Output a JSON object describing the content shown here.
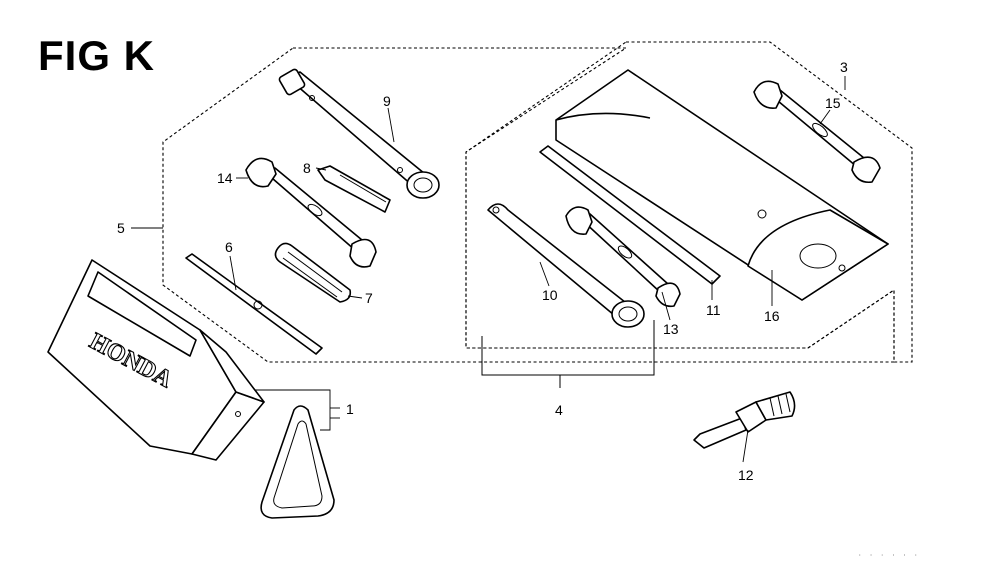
{
  "title": "FIG K",
  "brand_text": "HONDA",
  "footer_code": "· · · · · ·",
  "callouts": {
    "c1": "1",
    "c3": "3",
    "c4": "4",
    "c5": "5",
    "c6": "6",
    "c7": "7",
    "c8": "8",
    "c9": "9",
    "c10": "10",
    "c11": "11",
    "c12": "12",
    "c13": "13",
    "c14": "14",
    "c15": "15",
    "c16": "16"
  }
}
